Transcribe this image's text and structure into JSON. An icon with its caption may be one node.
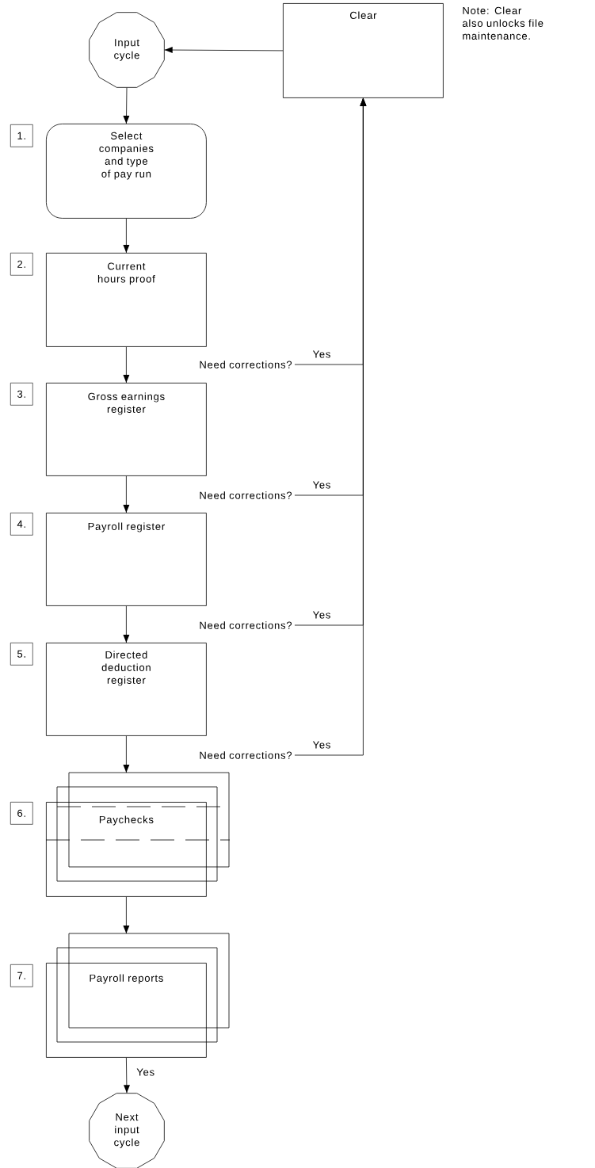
{
  "diagram": {
    "nodes": [
      {
        "text": [
          "Input cycle"
        ]
      },
      {
        "text": [
          "Clear"
        ]
      },
      {
        "text": [
          "1."
        ]
      },
      {
        "text": [
          "Select companies and type of pay run"
        ]
      },
      {
        "text": [
          "2."
        ]
      },
      {
        "text": [
          "Current hours proof"
        ]
      },
      {
        "text": [
          "Need corrections?"
        ]
      },
      {
        "text": [
          "3."
        ]
      },
      {
        "text": [
          "Gross earnings register"
        ]
      },
      {
        "text": [
          "Need corrections?"
        ]
      },
      {
        "text": [
          "4."
        ]
      },
      {
        "text": [
          "Payroll register"
        ]
      },
      {
        "text": [
          "Need corrections?"
        ]
      },
      {
        "text": [
          "5."
        ]
      },
      {
        "text": [
          "Directed deduction register"
        ]
      },
      {
        "text": [
          "Need corrections?"
        ]
      },
      {
        "text": [
          "6."
        ]
      },
      {
        "text": [
          "Paychecks"
        ]
      },
      {
        "text": [
          "7."
        ]
      },
      {
        "text": [
          "Payroll reports"
        ]
      },
      {
        "text": [
          "Next input cycle"
        ]
      }
    ],
    "edges": [
      {
        "from": 1,
        "to": 0,
        "arrow": "to"
      },
      {
        "from": 0,
        "to": 3,
        "arrow": "to"
      },
      {
        "from": 3,
        "to": 5,
        "arrow": "to"
      },
      {
        "from": 5,
        "to": 8,
        "arrow": "to"
      },
      {
        "from": 6,
        "to": 1,
        "arrow": "to",
        "label": "Yes"
      },
      {
        "from": 8,
        "to": 11,
        "arrow": "to"
      },
      {
        "from": 9,
        "to": 1,
        "arrow": "to",
        "label": "Yes"
      },
      {
        "from": 11,
        "to": 14,
        "arrow": "to"
      },
      {
        "from": 12,
        "to": 1,
        "arrow": "to",
        "label": "Yes"
      },
      {
        "from": 14,
        "to": 17,
        "arrow": "to"
      },
      {
        "from": 15,
        "to": 1,
        "arrow": "to",
        "label": "Yes"
      },
      {
        "from": 17,
        "to": 19,
        "arrow": "to"
      },
      {
        "from": 19,
        "to": 20,
        "arrow": "to",
        "label": "Yes"
      }
    ],
    "labels": [
      "Note: Clear also unlocks file maintenance."
    ]
  }
}
